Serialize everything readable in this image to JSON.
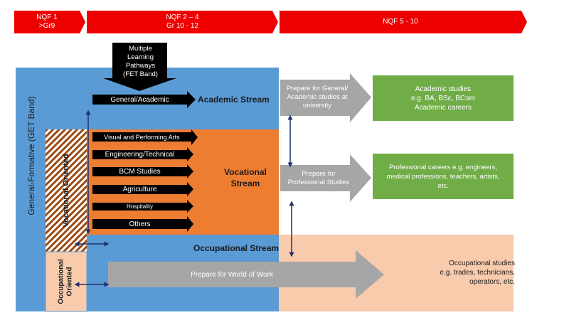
{
  "nqf": {
    "band1": "NQF 1\n>Gr9",
    "band2": "NQF 2 – 4\nGr 10 - 12",
    "band3": "NQF 5 - 10"
  },
  "get_band_label": "General-Formative (GET Band)",
  "pathways_label": "Multiple\nLearning\nPathways\n(FET Band)",
  "academic": {
    "arrow_label": "General/Academic",
    "stream_title": "Academic Stream",
    "prepare_label": "Prepare for General/\nAcademic studies at\nuniversity",
    "outcome": "Academic studies\ne.g. BA, BSc, BCom\nAcademic careers"
  },
  "vocational": {
    "oriented_label": "Vocational Oriented",
    "stream_title": "Vocational\nStream",
    "items": [
      "Visual and Performing Arts",
      "Engineering/Technical",
      "BCM Studies",
      "Agriculture",
      "Hospitality",
      "Others"
    ],
    "prepare_label": "Prepare for\nProfessional Studies",
    "outcome": "Professional careers e.g. engineers,\nmedical professions, teachers, artists,\netc."
  },
  "occupational": {
    "oriented_label": "Occupational\nOriented",
    "stream_title": "Occupational Stream",
    "prepare_label": "Prepare for World of Work",
    "outcome": "Occupational studies\ne.g. trades, technicians,\noperators, etc."
  },
  "colors": {
    "nqf_red": "#ee0000",
    "get_blue": "#5b9bd5",
    "vocational_orange": "#ed7d31",
    "occupational_peach": "#f8cbad",
    "outcome_green": "#70ad47",
    "prepare_gray": "#a6a6a6",
    "connector_navy": "#1f2f6e",
    "hatch_brown": "#9c4a12"
  }
}
